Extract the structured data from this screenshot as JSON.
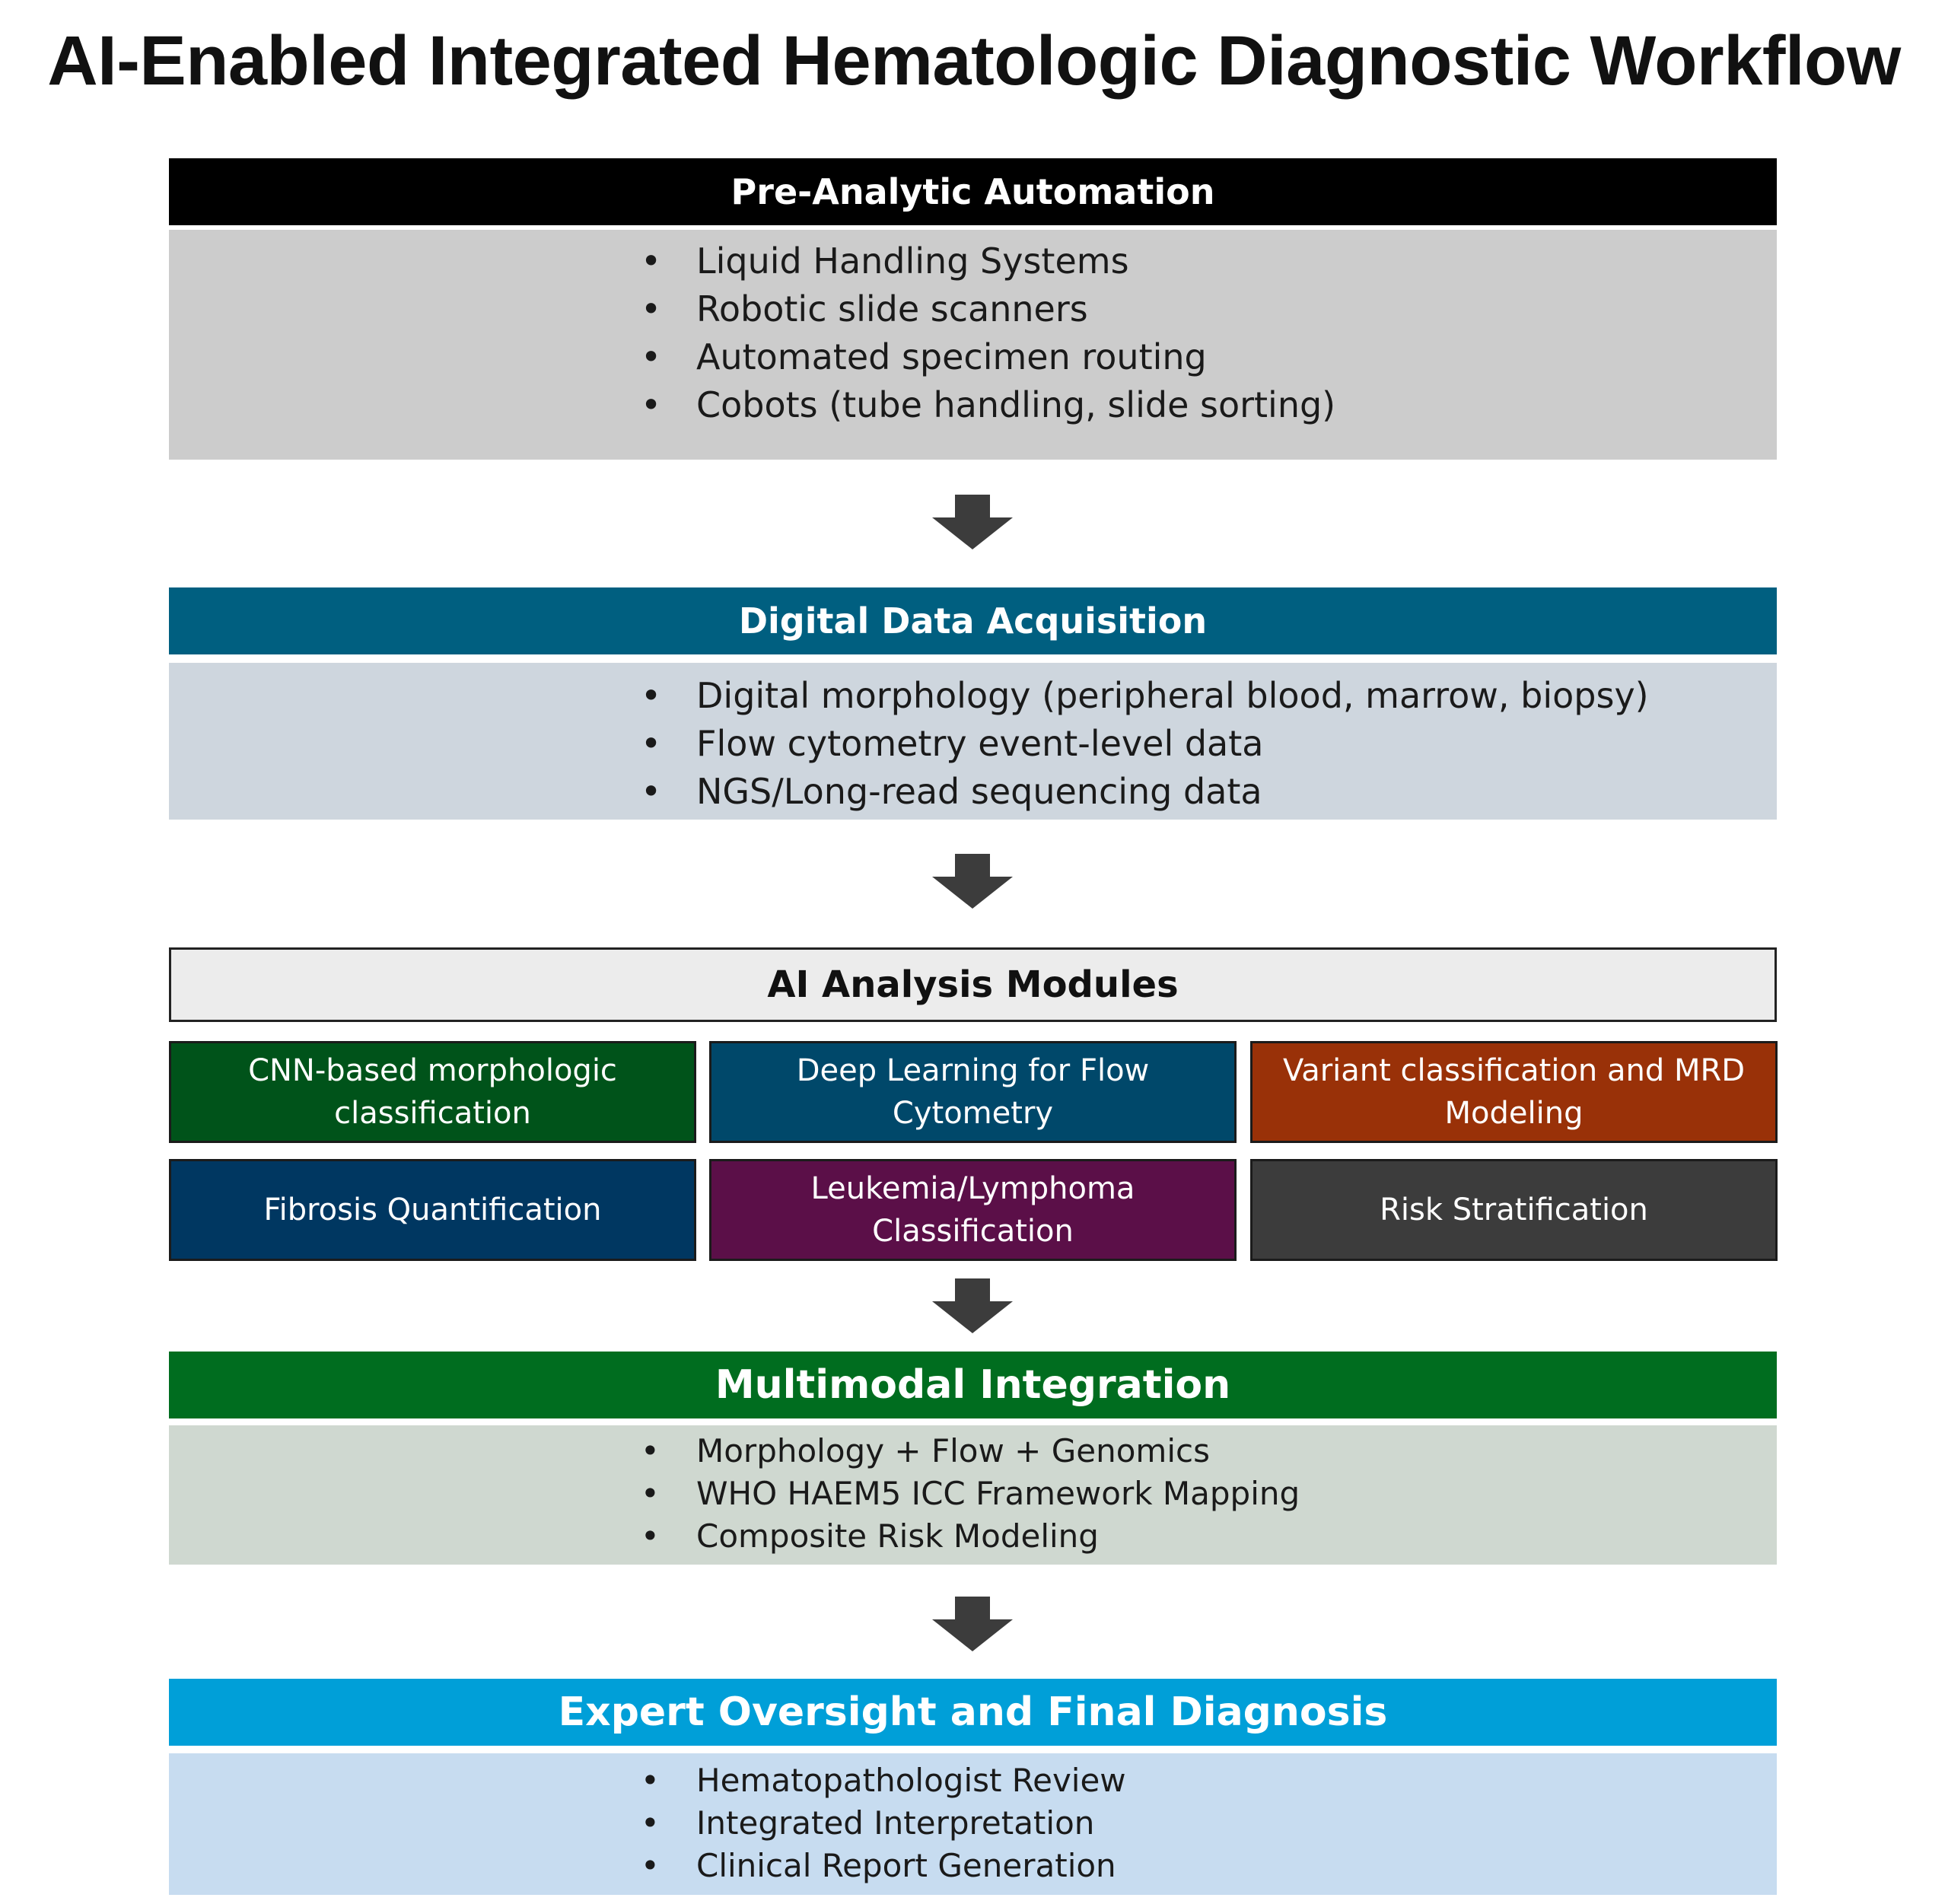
{
  "title": "AI-Enabled Integrated Hematologic Diagnostic Workflow",
  "colors": {
    "pre_analytic_header": "#000000",
    "pre_analytic_body": "#cccccc",
    "acquisition_header": "#005f80",
    "acquisition_body": "#ced6de",
    "integration_header": "#006d1f",
    "integration_body": "#cfd8d0",
    "oversight_header": "#009fd8",
    "oversight_body": "#c7dcf0",
    "arrow": "#3c3c3c"
  },
  "stages": {
    "pre_analytic": {
      "header": "Pre-Analytic Automation",
      "bullets": [
        "Liquid Handling Systems",
        "Robotic slide scanners",
        "Automated specimen routing",
        "Cobots (tube handling, slide sorting)"
      ]
    },
    "acquisition": {
      "header": "Digital Data Acquisition",
      "bullets": [
        "Digital morphology (peripheral blood, marrow, biopsy)",
        "Flow cytometry event-level data",
        "NGS/Long-read sequencing data"
      ]
    },
    "ai_modules": {
      "header": "AI Analysis Modules",
      "modules": [
        {
          "label": "CNN-based morphologic classification",
          "color": "#00531a"
        },
        {
          "label": "Deep Learning for Flow Cytometry",
          "color": "#00486a"
        },
        {
          "label": "Variant classification and MRD Modeling",
          "color": "#993108"
        },
        {
          "label": "Fibrosis Quantification",
          "color": "#003761"
        },
        {
          "label": "Leukemia/Lymphoma Classification",
          "color": "#5b0f48"
        },
        {
          "label": "Risk Stratification",
          "color": "#3c3c3c"
        }
      ]
    },
    "integration": {
      "header": "Multimodal Integration",
      "bullets": [
        "Morphology + Flow + Genomics",
        "WHO HAEM5 ICC Framework Mapping",
        "Composite Risk Modeling"
      ]
    },
    "oversight": {
      "header": "Expert Oversight and Final Diagnosis",
      "bullets": [
        "Hematopathologist Review",
        "Integrated Interpretation",
        "Clinical Report Generation"
      ]
    }
  }
}
